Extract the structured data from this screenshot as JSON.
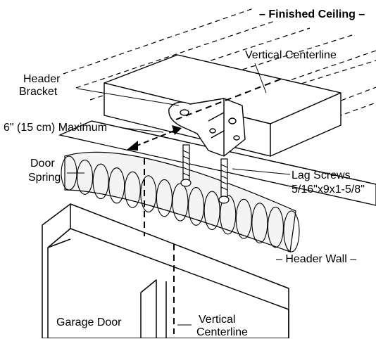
{
  "labels": {
    "finished_ceiling": "– Finished Ceiling –",
    "vertical_centerline_top": "Vertical Centerline",
    "header_bracket_line1": "Header",
    "header_bracket_line2": "Bracket",
    "maximum": "6\" (15 cm) Maximum",
    "door_spring_line1": "Door",
    "door_spring_line2": "Spring",
    "lag_screws_line1": "Lag Screws",
    "lag_screws_line2": "5/16\"x9x1-5/8\"",
    "header_wall": "– Header Wall –",
    "garage_door": "Garage Door",
    "vertical_centerline_bottom_line1": "Vertical",
    "vertical_centerline_bottom_line2": "Centerline"
  },
  "colors": {
    "ink": "#000000",
    "paper": "#ffffff",
    "spring_shade": "#e8e8e8"
  }
}
